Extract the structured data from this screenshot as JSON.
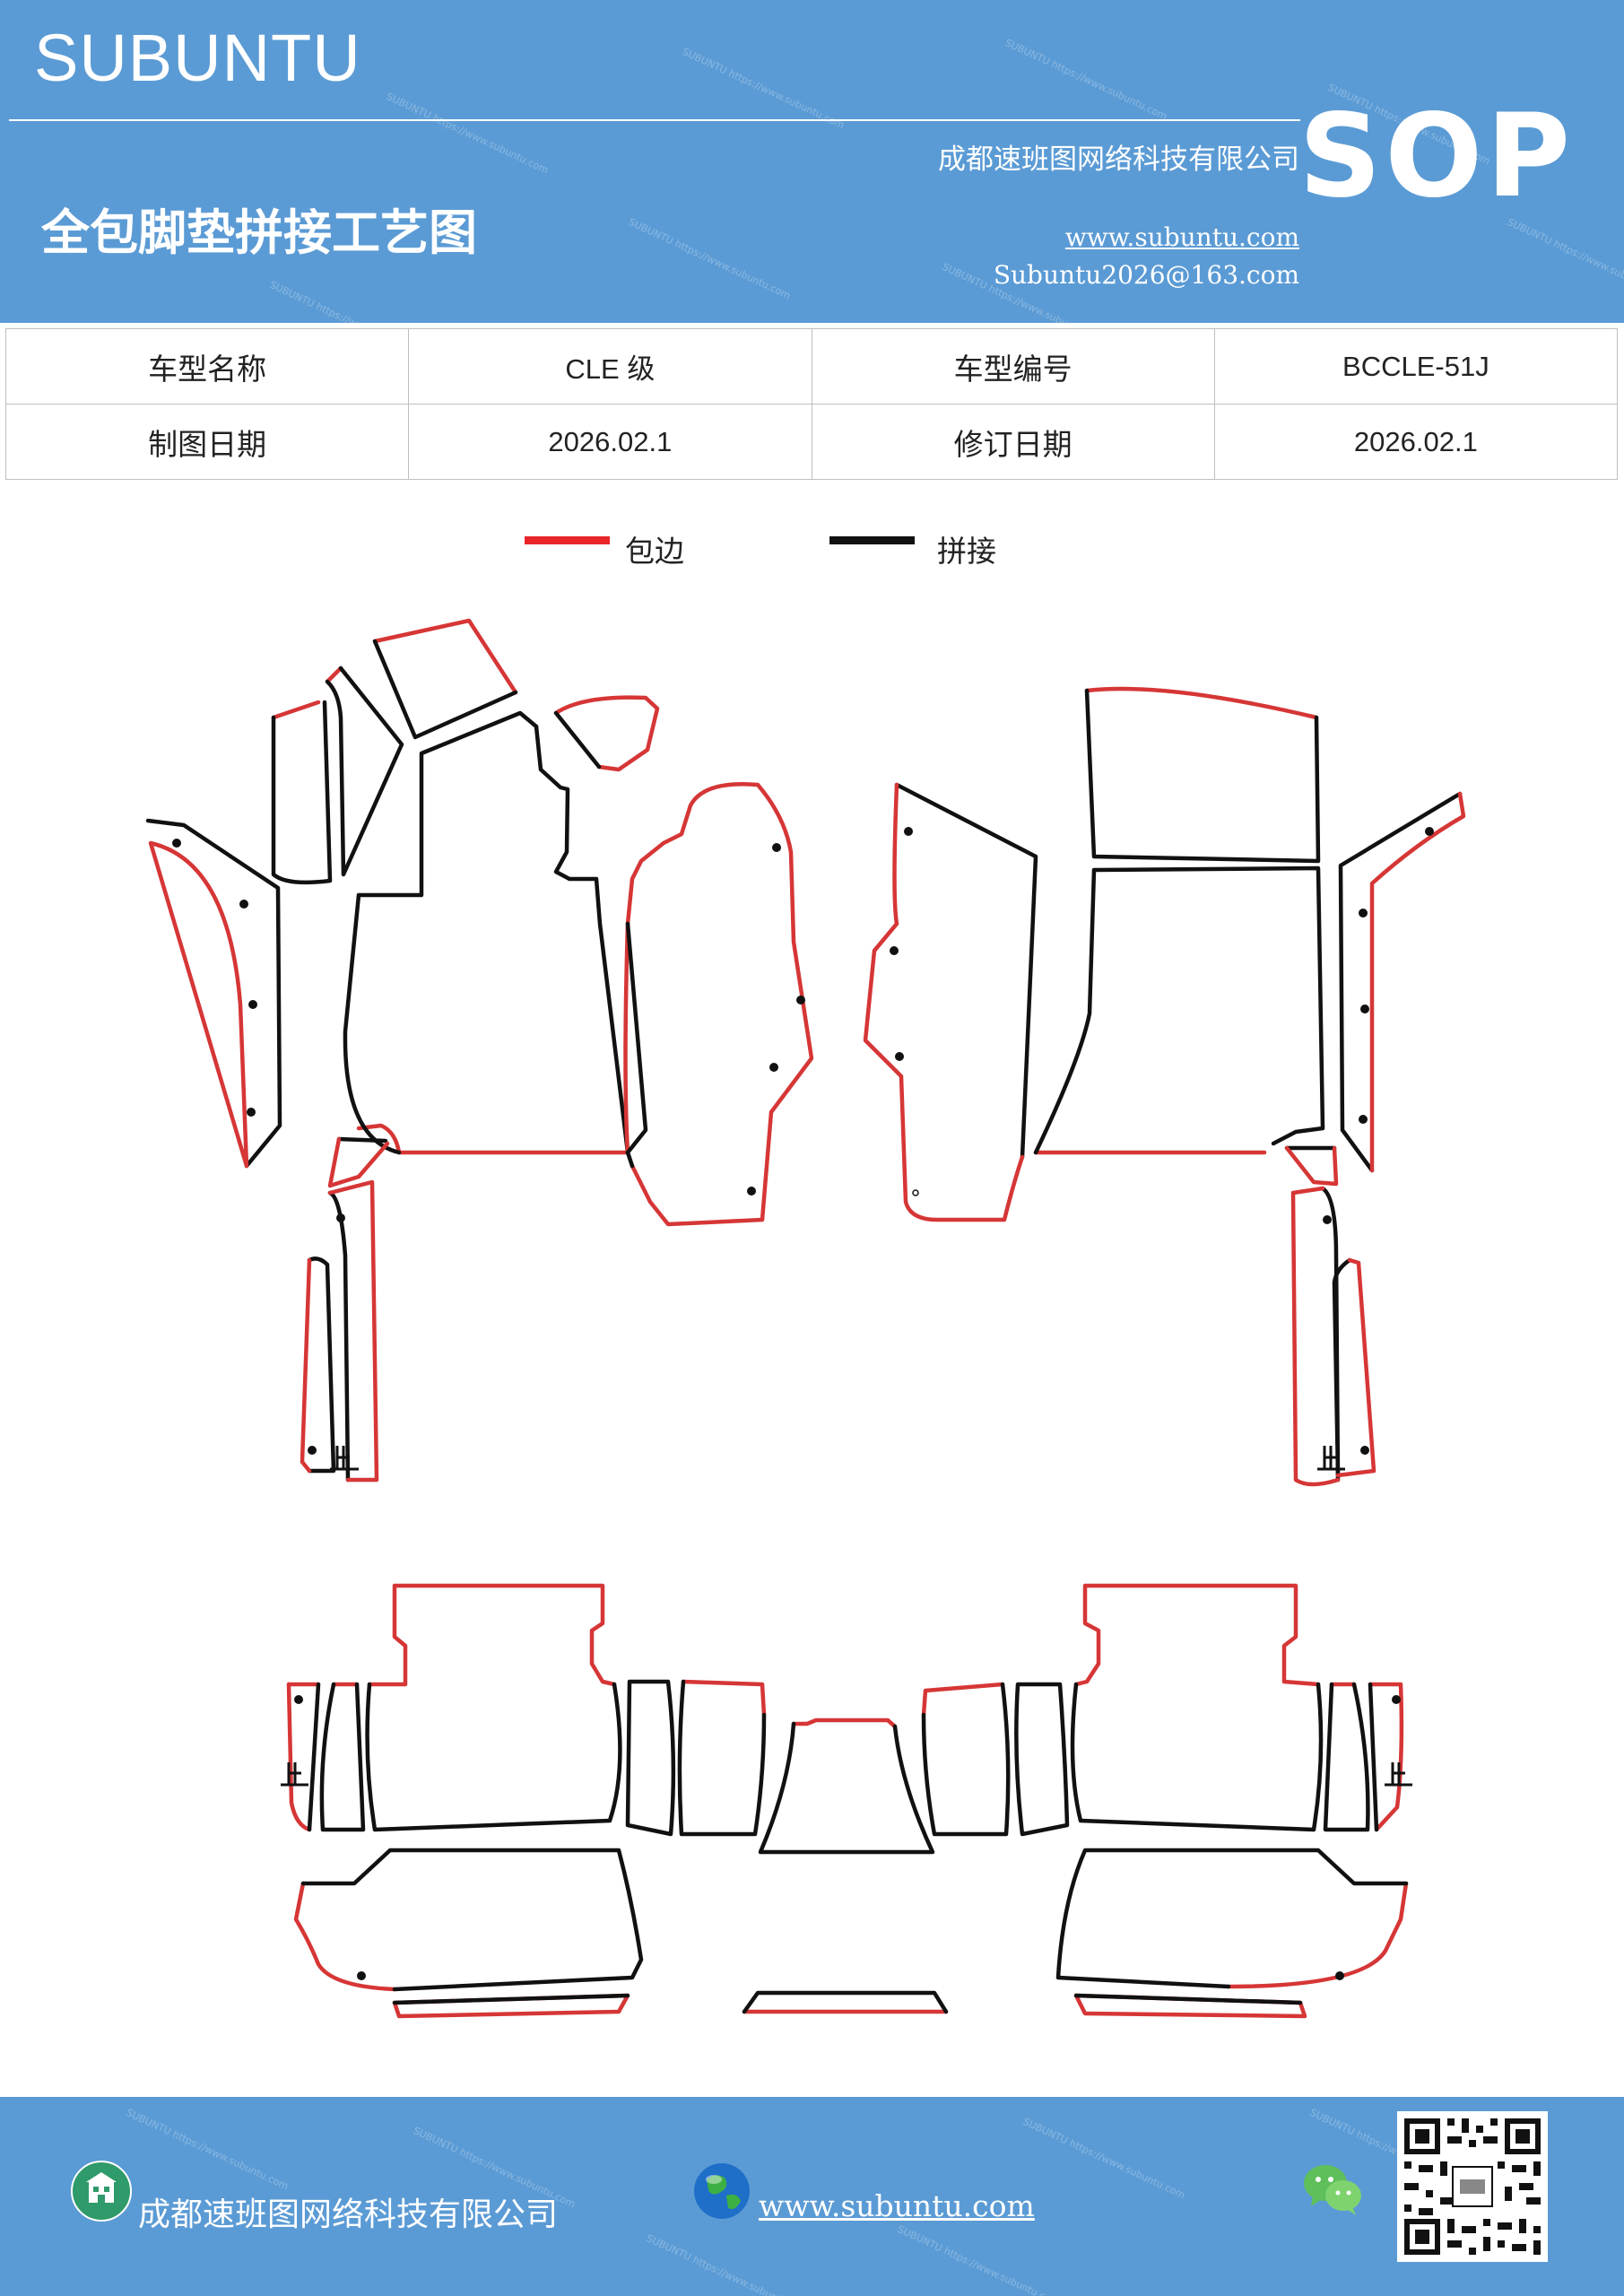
{
  "header": {
    "brand": "SUBUNTU",
    "company": "成都速班图网络科技有限公司",
    "title": "全包脚垫拼接工艺图",
    "website": "www.subuntu.com",
    "email": "Subuntu2026@163.com",
    "badge": "SOP",
    "background_color": "#5b9bd5"
  },
  "info_table": {
    "rows": [
      [
        {
          "label": "车型名称",
          "value": "CLE 级"
        },
        {
          "label": "车型编号",
          "value": "BCCLE-51J"
        }
      ],
      [
        {
          "label": "制图日期",
          "value": "2026.02.1"
        },
        {
          "label": "修订日期",
          "value": "2026.02.1"
        }
      ]
    ]
  },
  "legend": [
    {
      "label": "包边",
      "color": "#e8262a"
    },
    {
      "label": "拼接",
      "color": "#111111"
    }
  ],
  "diagram": {
    "edge_color": "#d63636",
    "seam_color": "#111111",
    "icons": [
      "mat-pieces-diagram"
    ]
  },
  "footer": {
    "company": "成都速班图网络科技有限公司",
    "website": "www.subuntu.com",
    "icons": [
      "company-icon",
      "globe-icon",
      "wechat-icon",
      "qr-code"
    ]
  }
}
